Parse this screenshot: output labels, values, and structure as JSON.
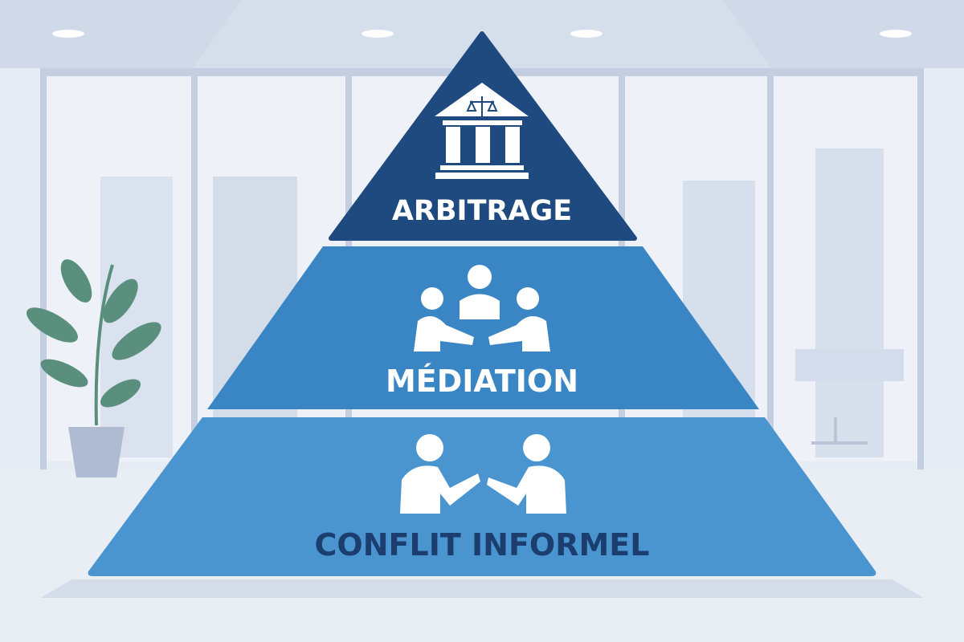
{
  "pyramid": {
    "levels": [
      {
        "label": "ARBITRAGE",
        "icon": "courthouse-scales-icon",
        "color": "#1f4a80",
        "text_color": "#ffffff"
      },
      {
        "label": "MÉDIATION",
        "icon": "mediator-meeting-icon",
        "color": "#3a86c4",
        "text_color": "#ffffff"
      },
      {
        "label": "CONFLIT INFORMEL",
        "icon": "two-people-discussing-icon",
        "color": "#4a95d0",
        "text_color": "#1c3e6e"
      }
    ]
  },
  "colors": {
    "background": "#e6ecf4",
    "plant": "#5a8f7e"
  }
}
